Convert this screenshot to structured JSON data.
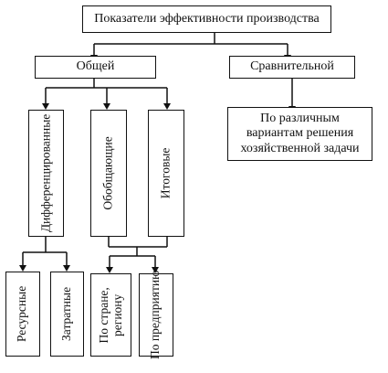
{
  "diagram": {
    "root": "Показатели эффективности производства",
    "general": "Общей",
    "comparative": "Сравнительной",
    "comparative_child": "По различным вариантам решения хозяйственной задачи",
    "differentiated": "Дифференцированные",
    "generalizing": "Обобщающие",
    "final": "Итоговые",
    "resource": "Ресурсные",
    "cost": "Затратные",
    "by_country_line1": "По стране,",
    "by_country_line2": "региону",
    "by_enterprise": "По предприятию"
  }
}
